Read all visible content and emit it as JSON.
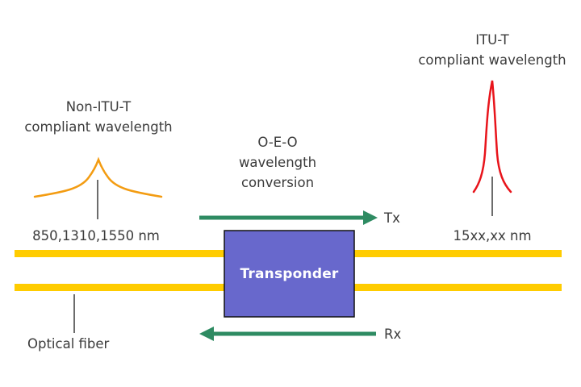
{
  "diagram": {
    "left_spectrum": {
      "title_line1": "Non-ITU-T",
      "title_line2": "compliant wavelength",
      "wavelengths": "850,1310,1550 nm",
      "color": "#F39C12"
    },
    "right_spectrum": {
      "title_line1": "ITU-T",
      "title_line2": "compliant wavelength",
      "wavelengths": "15xx,xx nm",
      "color": "#E8141B"
    },
    "conversion": {
      "line1": "O-E-O",
      "line2": "wavelength",
      "line3": "conversion"
    },
    "transponder": {
      "label": "Transponder",
      "color": "#6868CC"
    },
    "arrows": {
      "tx_label": "Tx",
      "rx_label": "Rx",
      "color": "#2E8B62"
    },
    "fiber": {
      "label": "Optical fiber",
      "color": "#FFCC00"
    }
  }
}
